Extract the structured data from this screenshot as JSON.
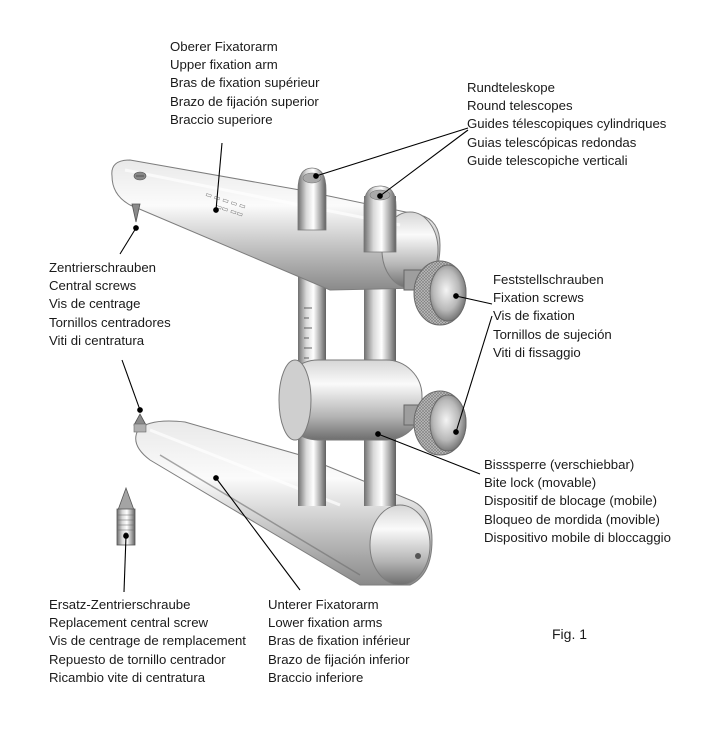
{
  "labels": {
    "upper_arm": [
      "Oberer Fixatorarm",
      "Upper fixation arm",
      "Bras de fixation supérieur",
      "Brazo de fijación superior",
      "Braccio superiore"
    ],
    "round_telescopes": [
      "Rundteleskope",
      "Round telescopes",
      "Guides télescopiques cylindriques",
      "Guias telescópicas redondas",
      "Guide telescopiche verticali"
    ],
    "central_screws": [
      "Zentrierschrauben",
      "Central screws",
      "Vis de centrage",
      "Tornillos centradores",
      "Viti di centratura"
    ],
    "fixation_screws": [
      "Feststellschrauben",
      "Fixation screws",
      "Vis de fixation",
      "Tornillos de sujeción",
      "Viti di fissaggio"
    ],
    "bite_lock": [
      "Bisssperre (verschiebbar)",
      "Bite lock (movable)",
      "Dispositif de blocage (mobile)",
      "Bloqueo de mordida (movible)",
      "Dispositivo mobile di bloccaggio"
    ],
    "replacement_screw": [
      "Ersatz-Zentrierschraube",
      "Replacement central screw",
      "Vis de centrage de remplacement",
      "Repuesto de tornillo centrador",
      "Ricambio vite di centratura"
    ],
    "lower_arm": [
      "Unterer Fixatorarm",
      "Lower fixation arms",
      "Bras de fixation inférieur",
      "Brazo de fijación inferior",
      "Braccio inferiore"
    ]
  },
  "figure_label": "Fig. 1",
  "colors": {
    "metal_light": "#f2f2f2",
    "metal_mid": "#c4c4c4",
    "metal_dark": "#7a7a7a",
    "leader_line": "#000000"
  }
}
